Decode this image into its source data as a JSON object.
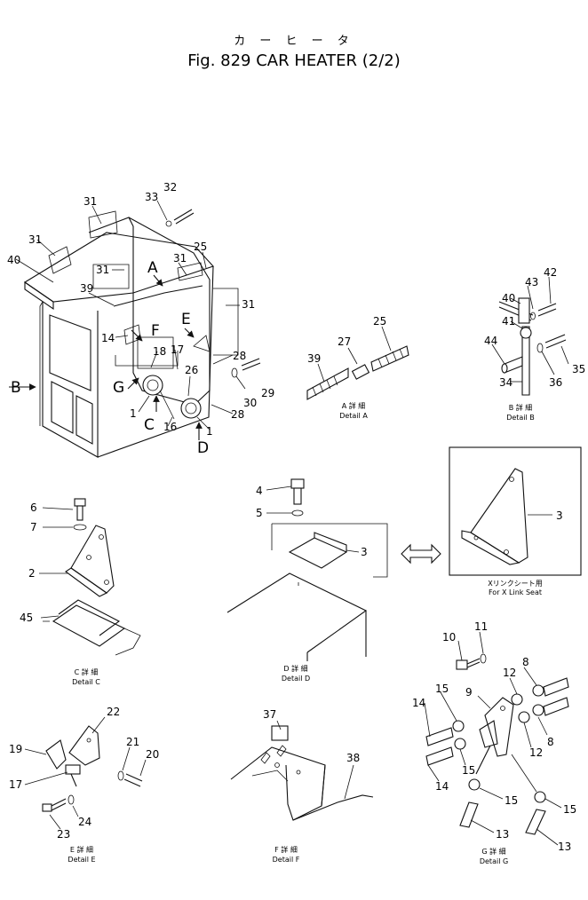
{
  "title": {
    "japanese": "カ ー ヒ ー タ",
    "main": "Fig. 829 CAR HEATER (2/2)"
  },
  "view_letters": [
    "A",
    "B",
    "C",
    "D",
    "E",
    "F",
    "G"
  ],
  "main_view": {
    "part_numbers": [
      "31",
      "31",
      "31",
      "31",
      "31",
      "40",
      "39",
      "33",
      "32",
      "25",
      "14",
      "18",
      "17",
      "26",
      "28",
      "28",
      "29",
      "30",
      "16",
      "1",
      "1"
    ]
  },
  "details": {
    "A": {
      "caption_jp": "A 詳 細",
      "caption_en": "Detail A",
      "parts": [
        "39",
        "27",
        "25"
      ]
    },
    "B": {
      "caption_jp": "B 詳 細",
      "caption_en": "Detail B",
      "parts": [
        "40",
        "43",
        "42",
        "41",
        "44",
        "35",
        "36",
        "34"
      ]
    },
    "C": {
      "caption_jp": "C 詳 細",
      "caption_en": "Detail C",
      "parts": [
        "6",
        "7",
        "2",
        "45"
      ]
    },
    "D": {
      "caption_jp": "D 詳 細",
      "caption_en": "Detail D",
      "parts": [
        "4",
        "5",
        "3"
      ]
    },
    "X": {
      "caption_jp": "Xリンクシート用",
      "caption_en": "For X Link Seat",
      "parts": [
        "3"
      ]
    },
    "E": {
      "caption_jp": "E 詳 細",
      "caption_en": "Detail E",
      "parts": [
        "22",
        "19",
        "21",
        "20",
        "17",
        "24",
        "23"
      ]
    },
    "F": {
      "caption_jp": "F 詳 細",
      "caption_en": "Detail F",
      "parts": [
        "37",
        "38"
      ]
    },
    "G": {
      "caption_jp": "G 詳 細",
      "caption_en": "Detail G",
      "parts": [
        "11",
        "10",
        "8",
        "12",
        "9",
        "15",
        "14",
        "8",
        "12",
        "15",
        "14",
        "15",
        "15",
        "13",
        "13"
      ]
    }
  }
}
